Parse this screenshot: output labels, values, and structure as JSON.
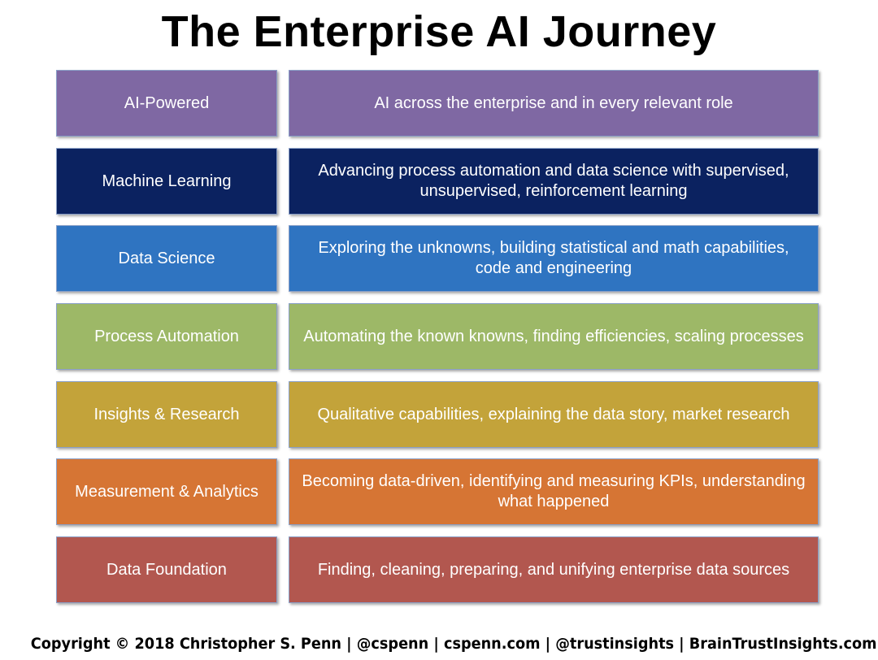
{
  "title": "The Enterprise AI Journey",
  "rows": [
    {
      "level": "AI-Powered",
      "description": "AI across the enterprise and in every relevant role",
      "color": "#7f68a3"
    },
    {
      "level": "Machine Learning",
      "description": "Advancing process automation and data science with supervised, unsupervised, reinforcement learning",
      "color": "#0b2260"
    },
    {
      "level": "Data Science",
      "description": "Exploring the unknowns, building statistical and math capabilities, code and engineering",
      "color": "#2f74c1"
    },
    {
      "level": "Process Automation",
      "description": "Automating the known knowns, finding efficiencies, scaling processes",
      "color": "#9db867"
    },
    {
      "level": "Insights & Research",
      "description": "Qualitative capabilities, explaining the data story, market research",
      "color": "#c3a33a"
    },
    {
      "level": "Measurement & Analytics",
      "description": "Becoming data-driven, identifying and measuring KPIs, understanding what happened",
      "color": "#d67534"
    },
    {
      "level": "Data Foundation",
      "description": "Finding, cleaning, preparing, and unifying enterprise data sources",
      "color": "#b2574f"
    }
  ],
  "footer": "Copyright © 2018 Christopher S. Penn | @cspenn | cspenn.com | @trustinsights | BrainTrustInsights.com"
}
